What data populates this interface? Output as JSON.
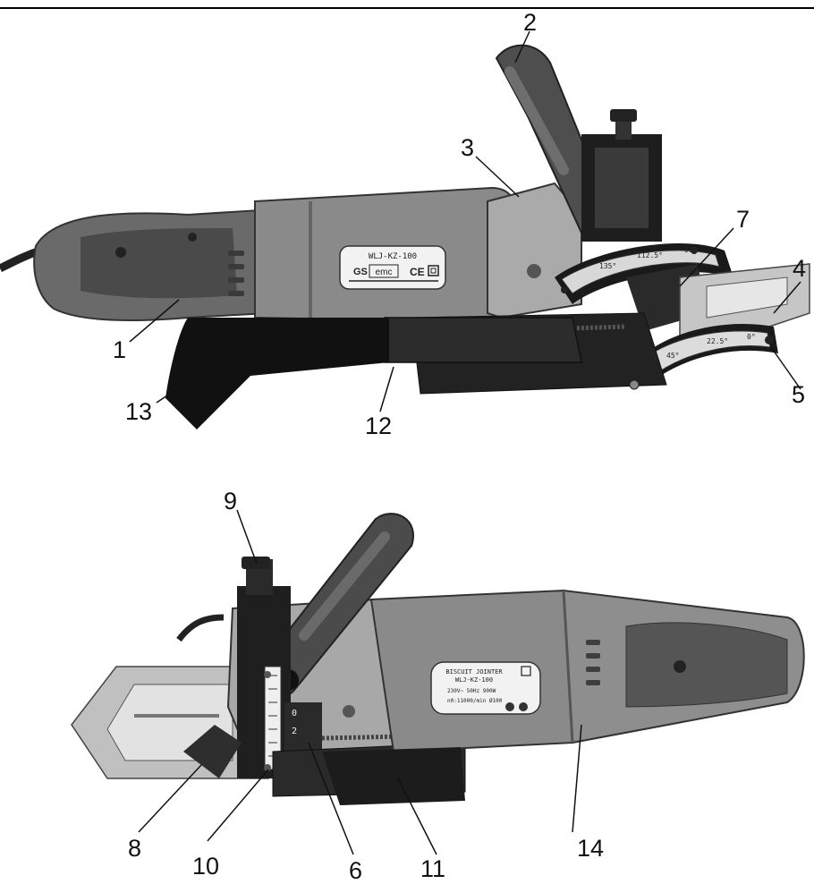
{
  "callouts": {
    "c1": "1",
    "c2": "2",
    "c3": "3",
    "c4": "4",
    "c5": "5",
    "c6": "6",
    "c7": "7",
    "c8": "8",
    "c9": "9",
    "c10": "10",
    "c11": "11",
    "c12": "12",
    "c13": "13",
    "c14": "14"
  },
  "plate_top": {
    "model": "WLJ-KZ-100",
    "mark_gs": "GS",
    "mark_emc": "emc",
    "mark_ce": "CE"
  },
  "plate_bottom": {
    "name": "BISCUIT JOINTER",
    "model": "WLJ-KZ-100",
    "spec_line1": "230V~ 50Hz 900W",
    "spec_line2": "n0:11000/min  Ø100"
  },
  "angle_scale_upper": [
    "135°",
    "112.5°",
    "90°"
  ],
  "angle_scale_lower": [
    "45°",
    "22.5°",
    "0°"
  ],
  "depth_scale": [
    "0",
    "2"
  ],
  "colors": {
    "tool_body": "#8a8a8a",
    "grip_dark": "#4a4a4a",
    "dust_bag": "#111111",
    "metal": "#b9b9b9"
  }
}
